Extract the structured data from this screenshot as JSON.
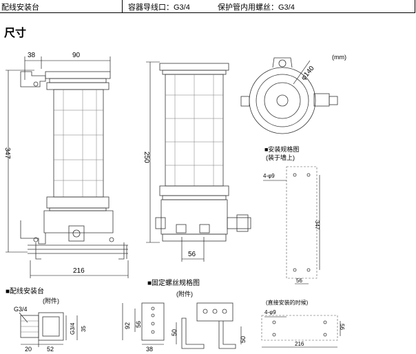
{
  "header": {
    "col1": "配线安装台",
    "col2": "容器导线口：G3/4",
    "col3": "保护管内用螺丝：G3/4"
  },
  "section_title": "尺寸",
  "side_view": {
    "dim_top_left": "38",
    "dim_top_right": "90",
    "dim_height": "347",
    "dim_bottom": "216"
  },
  "front_view": {
    "dim_height": "250",
    "dim_bottom": "56"
  },
  "top_view": {
    "dim_diameter": "φ140",
    "unit": "(mm)"
  },
  "wall_mount": {
    "title": "■安装规格图",
    "subtitle": "(装于墙上)",
    "hole_label": "4-φ9",
    "dim_height": "347",
    "dim_bottom": "56"
  },
  "direct_mount": {
    "title": "(直接安装的时候)",
    "hole_label": "4-φ9",
    "dim_side": "56",
    "dim_bottom": "216"
  },
  "wiring_base": {
    "title": "■配线安装台",
    "subtitle": "(附件)",
    "label_thread": "G3/4",
    "label_thread_side": "G3/4",
    "dim_height": "35",
    "dim_bottom_left": "20",
    "dim_bottom_right": "52"
  },
  "bracket": {
    "title": "■固定螺丝规格图",
    "subtitle": "(附件)",
    "dim_outer": "92",
    "dim_inner": "56",
    "dim_width": "38",
    "dim_height": "50",
    "dim_right_height": "50"
  }
}
